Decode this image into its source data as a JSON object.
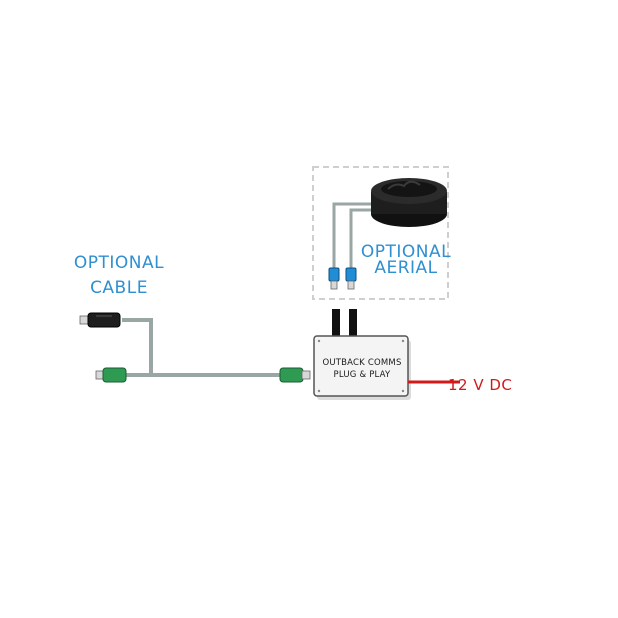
{
  "labels": {
    "optional_cable_line1": "OPTIONAL",
    "optional_cable_line2": "CABLE",
    "optional_aerial_line1": "OPTIONAL",
    "optional_aerial_line2": "AERIAL",
    "box_line1": "OUTBACK COMMS",
    "box_line2": "PLUG & PLAY",
    "power": "12 V DC"
  },
  "colors": {
    "label_blue": "#2f8fd0",
    "cable_grey": "#9aa6a4",
    "connector_green": "#2e9a52",
    "connector_blue": "#1f8ed6",
    "power_red": "#d21a1a",
    "aerial_dark": "#1e1e1e",
    "box_fill": "#f4f4f4"
  },
  "icons": [
    "aerial-icon",
    "usb-connector-icon",
    "plug-icon",
    "sma-connector-icon"
  ]
}
